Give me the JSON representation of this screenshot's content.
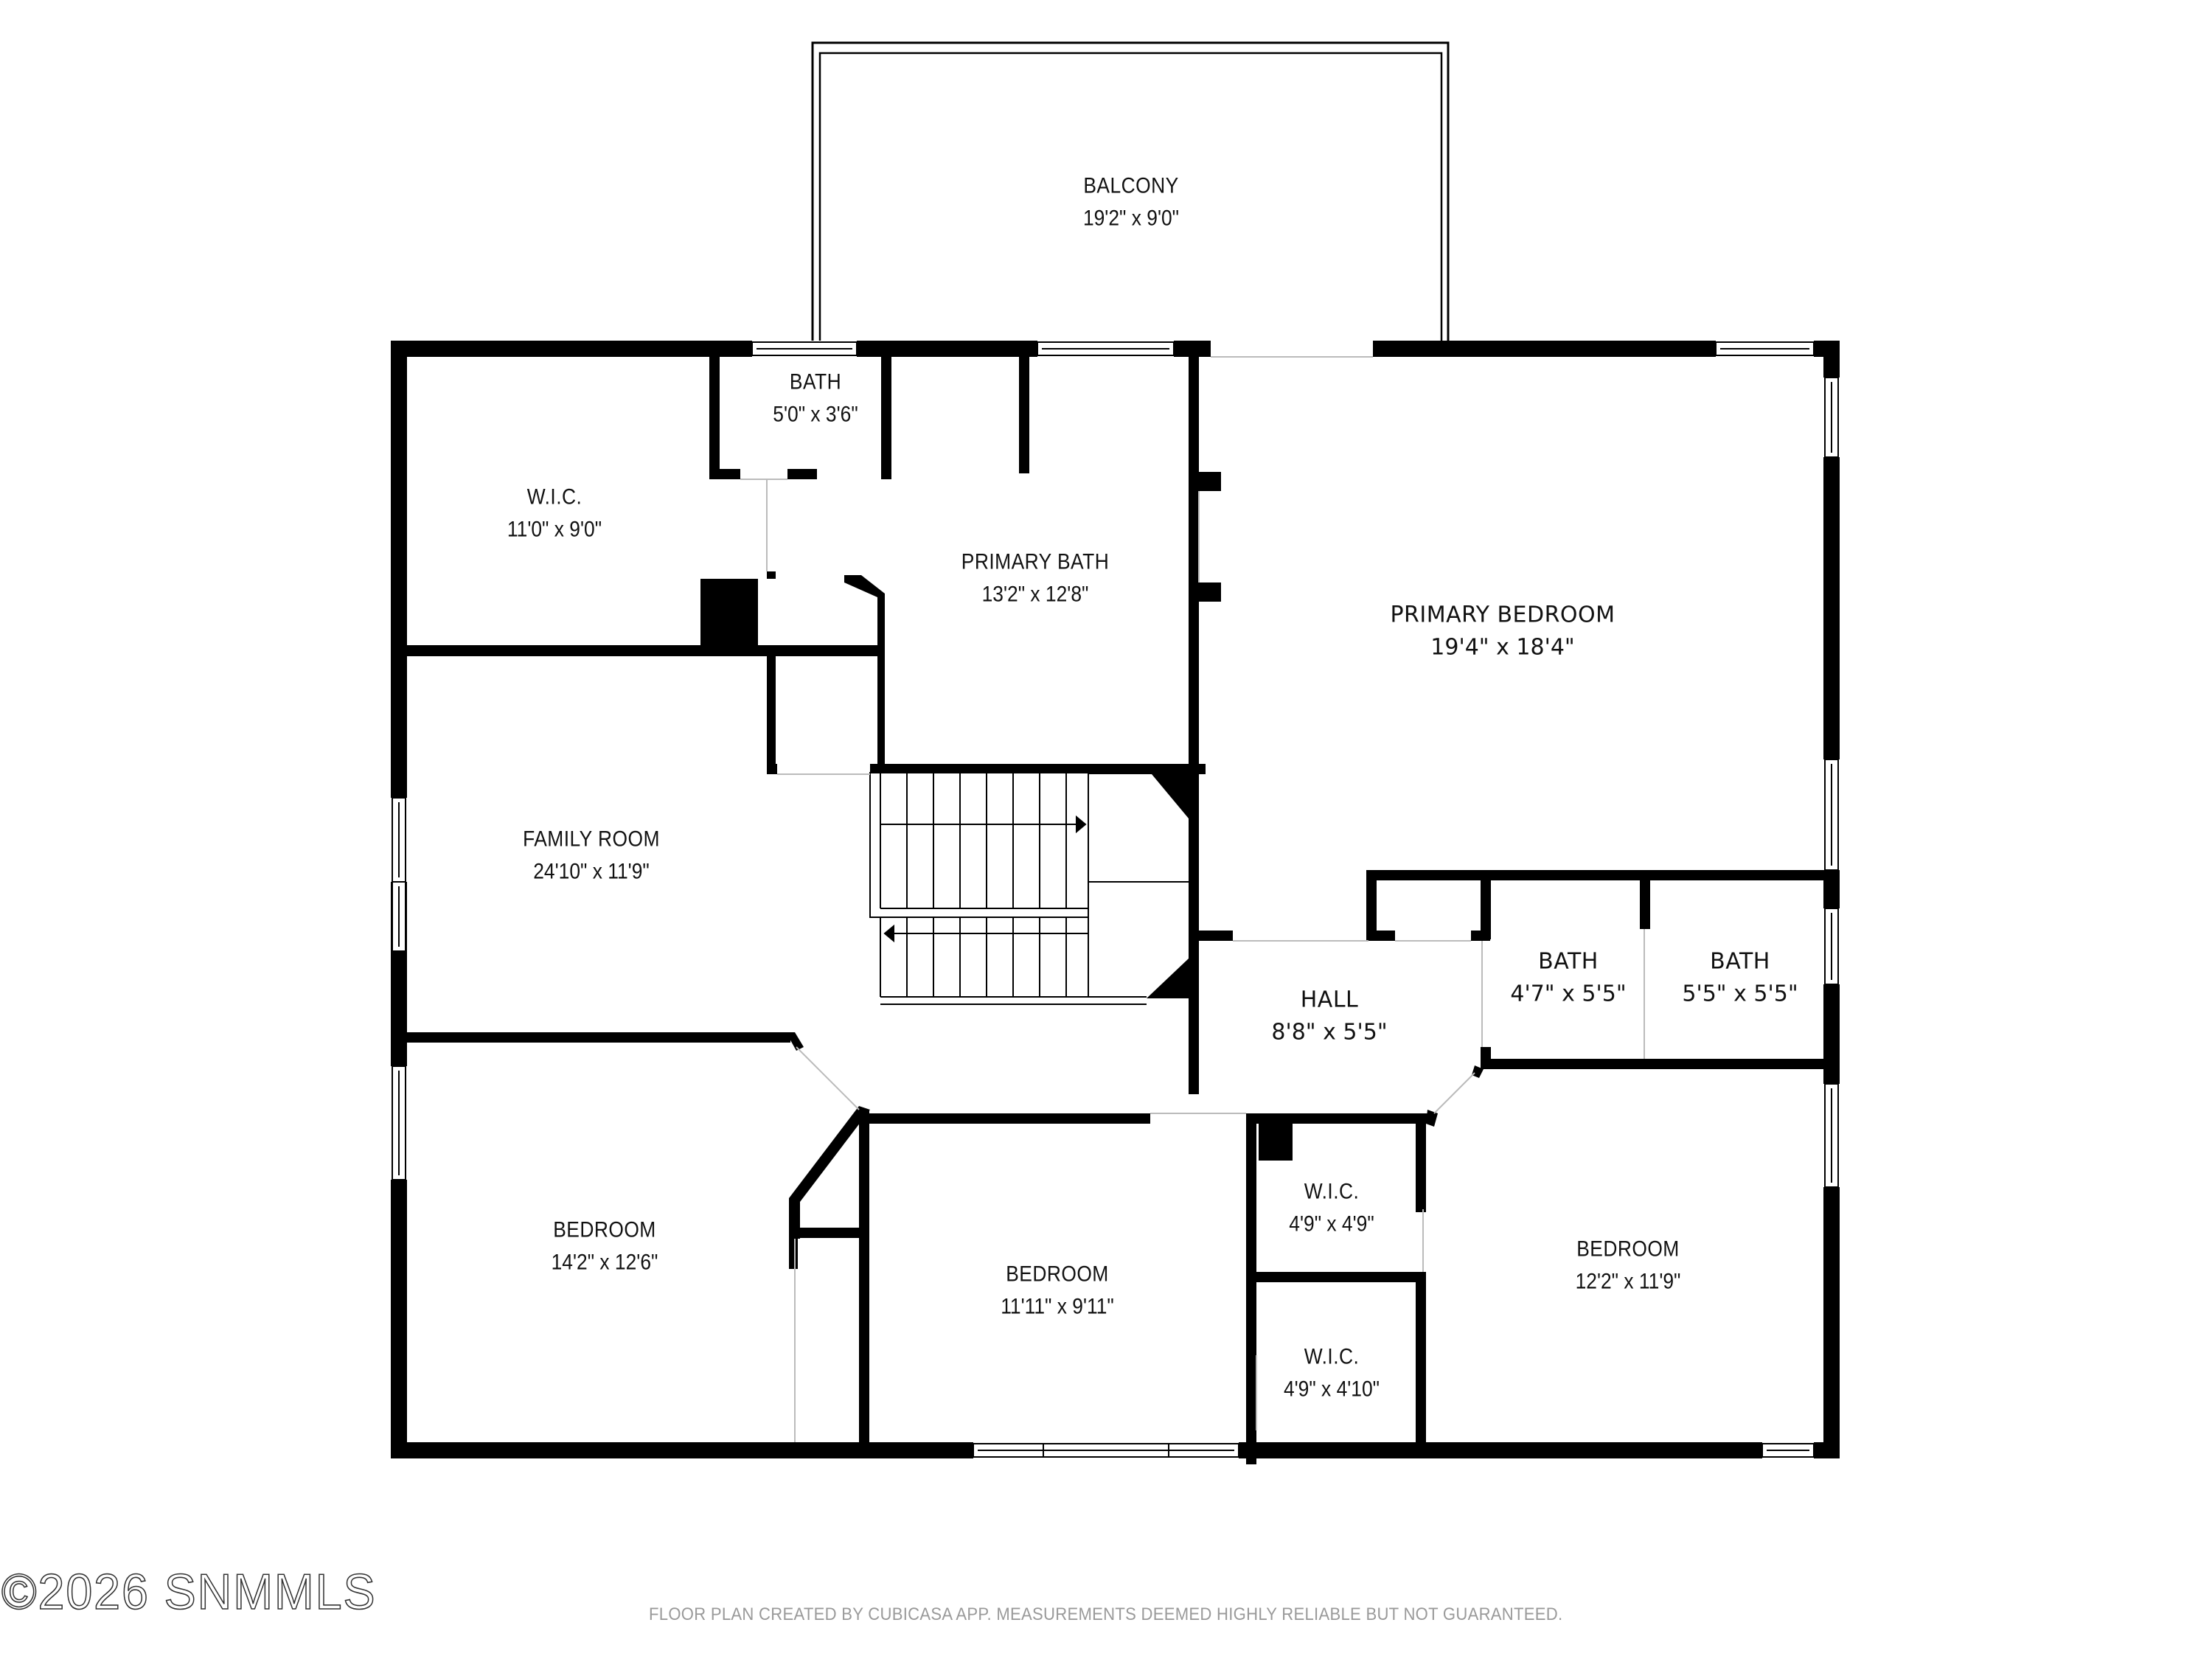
{
  "floor_plan": {
    "rooms": [
      {
        "id": "balcony",
        "name": "BALCONY",
        "dims": "19'2\" x 9'0\""
      },
      {
        "id": "bath-upper",
        "name": "BATH",
        "dims": "5'0\" x 3'6\""
      },
      {
        "id": "wic-primary",
        "name": "W.I.C.",
        "dims": "11'0\" x 9'0\""
      },
      {
        "id": "primary-bath",
        "name": "PRIMARY BATH",
        "dims": "13'2\" x 12'8\""
      },
      {
        "id": "primary-bedroom",
        "name": "PRIMARY BEDROOM",
        "dims": "19'4\" x 18'4\""
      },
      {
        "id": "family-room",
        "name": "FAMILY ROOM",
        "dims": "24'10\" x 11'9\""
      },
      {
        "id": "hall",
        "name": "HALL",
        "dims": "8'8\" x 5'5\""
      },
      {
        "id": "bath-hall-1",
        "name": "BATH",
        "dims": "4'7\" x 5'5\""
      },
      {
        "id": "bath-hall-2",
        "name": "BATH",
        "dims": "5'5\" x 5'5\""
      },
      {
        "id": "bedroom-west",
        "name": "BEDROOM",
        "dims": "14'2\" x 12'6\""
      },
      {
        "id": "bedroom-center",
        "name": "BEDROOM",
        "dims": "11'11\" x 9'11\""
      },
      {
        "id": "wic-upper-small",
        "name": "W.I.C.",
        "dims": "4'9\" x 4'9\""
      },
      {
        "id": "wic-lower-small",
        "name": "W.I.C.",
        "dims": "4'9\" x 4'10\""
      },
      {
        "id": "bedroom-east",
        "name": "BEDROOM",
        "dims": "12'2\" x 11'9\""
      }
    ],
    "colors": {
      "wall": "#000000",
      "background": "#ffffff",
      "text": "#111111",
      "disclaimer": "#9a9a9a"
    }
  },
  "footer": {
    "disclaimer": "FLOOR PLAN CREATED BY CUBICASA APP. MEASUREMENTS DEEMED HIGHLY RELIABLE BUT NOT GUARANTEED.",
    "watermark": "©2026 SNMMLS"
  }
}
